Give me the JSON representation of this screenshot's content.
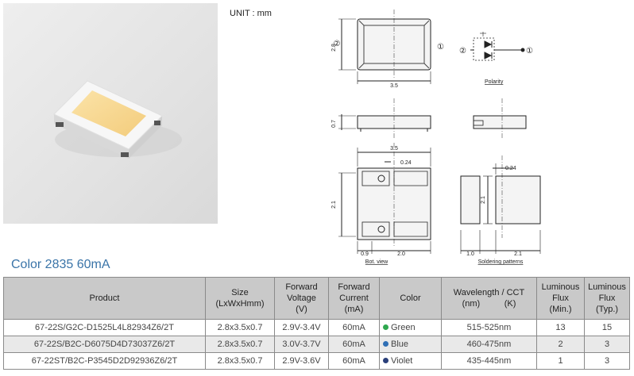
{
  "unit_label": "UNIT : mm",
  "drawing": {
    "dim_2_8": "2.8",
    "dim_3_5": "3.5",
    "dim_0_7": "0.7",
    "dim_0_24": "0.24",
    "dim_2_1": "2.1",
    "dim_0_9": "0.9",
    "dim_2_0": "2.0",
    "dim_1_0": "1.0",
    "pin_1": "①",
    "pin_2": "②",
    "polarity_label": "Polarity",
    "bot_view_label": "Bot. view",
    "soldering_label": "Soldering patterns"
  },
  "section_title": "Color 2835 60mA",
  "table": {
    "headers": {
      "product": "Product",
      "size": [
        "Size",
        "(LxWxHmm)"
      ],
      "voltage": [
        "Forward",
        "Voltage",
        "(V)"
      ],
      "current": [
        "Forward",
        "Current",
        "(mA)"
      ],
      "color": "Color",
      "wavelength": [
        "Wavelength / CCT",
        "(nm)          (K)"
      ],
      "flux_min": [
        "Luminous",
        "Flux",
        "(Min.)"
      ],
      "flux_typ": [
        "Luminous",
        "Flux",
        "(Typ.)"
      ]
    },
    "rows": [
      {
        "product": "67-22S/G2C-D1525L4L82934Z6/2T",
        "size": "2.8x3.5x0.7",
        "voltage": "2.9V-3.4V",
        "current": "60mA",
        "color": "Green",
        "color_hex": "#2fa84f",
        "wavelength": "515-525nm",
        "flux_min": "13",
        "flux_typ": "15"
      },
      {
        "product": "67-22S/B2C-D6075D4D73037Z6/2T",
        "size": "2.8x3.5x0.7",
        "voltage": "3.0V-3.7V",
        "current": "60mA",
        "color": "Blue",
        "color_hex": "#2f6fb5",
        "wavelength": "460-475nm",
        "flux_min": "2",
        "flux_typ": "3"
      },
      {
        "product": "67-22ST/B2C-P3545D2D92936Z6/2T",
        "size": "2.8x3.5x0.7",
        "voltage": "2.9V-3.6V",
        "current": "60mA",
        "color": "Violet",
        "color_hex": "#2a3f7a",
        "wavelength": "435-445nm",
        "flux_min": "1",
        "flux_typ": "3"
      }
    ]
  }
}
